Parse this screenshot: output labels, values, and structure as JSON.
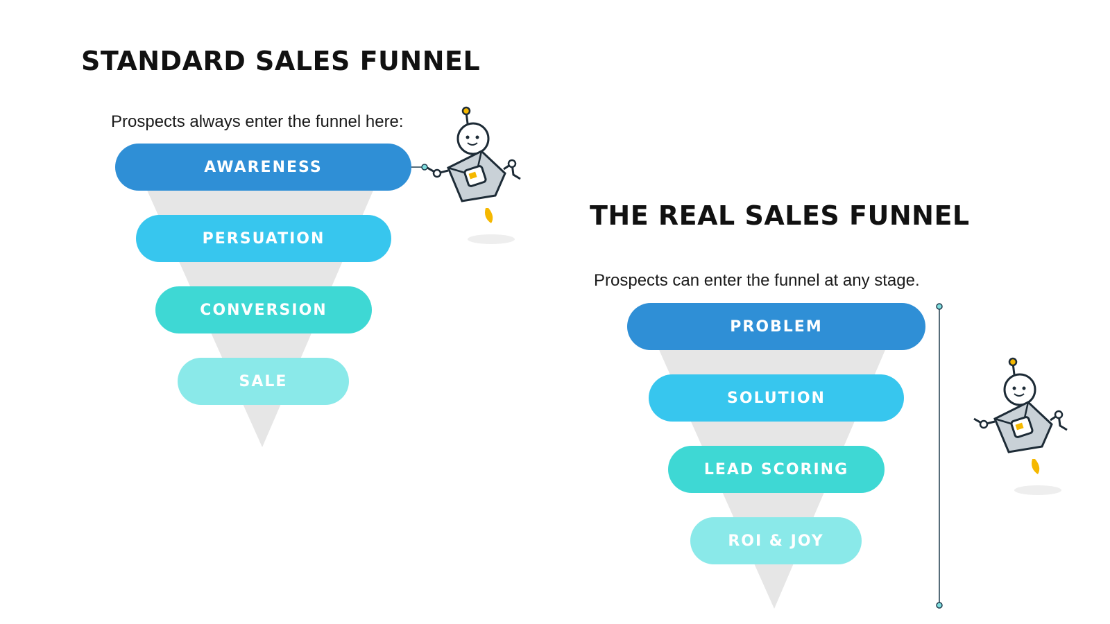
{
  "standard_funnel": {
    "title": "STANDARD SALES FUNNEL",
    "subtitle": "Prospects always enter the funnel here:",
    "stages": [
      "AWARENESS",
      "PERSUATION",
      "CONVERSION",
      "SALE"
    ]
  },
  "real_funnel": {
    "title": "THE REAL SALES FUNNEL",
    "subtitle": "Prospects can enter the funnel at any stage.",
    "stages": [
      "PROBLEM",
      "SOLUTION",
      "LEAD SCORING",
      "ROI & JOY"
    ]
  },
  "colors": {
    "stage_1": "#2f8fd6",
    "stage_2": "#37c6ee",
    "stage_3": "#3ed8d4",
    "stage_4": "#8ae9e9",
    "funnel_body": "#e6e6e6",
    "connector": "#1f3b4d",
    "connector_dot": "#7fdede",
    "robot_flame": "#f5b800"
  },
  "icons": [
    "robot-mascot-icon",
    "robot-mascot-icon"
  ]
}
